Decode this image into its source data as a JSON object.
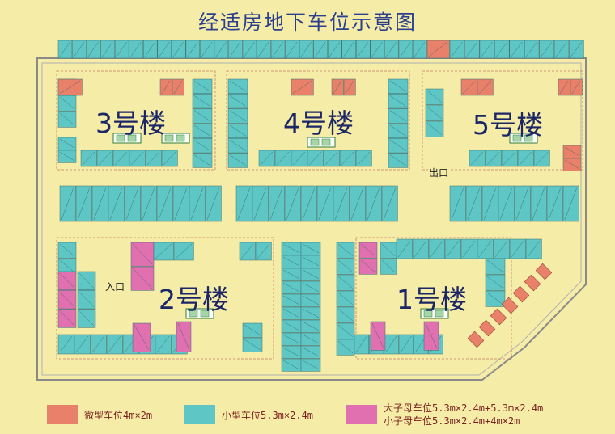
{
  "title": "经适房地下车位示意图",
  "buildings": [
    {
      "label": "1号楼"
    },
    {
      "label": "2号楼"
    },
    {
      "label": "3号楼"
    },
    {
      "label": "4号楼"
    },
    {
      "label": "5号楼"
    }
  ],
  "gates": {
    "entrance": "入口",
    "exit": "出口"
  },
  "colors": {
    "micro": "#e8806a",
    "small": "#5fc6c6",
    "tandem": "#e070b0",
    "background": "#f5eda7",
    "wall": "#8a8a8a"
  },
  "legend": [
    {
      "key": "micro",
      "text": "微型车位4m×2m"
    },
    {
      "key": "small",
      "text": "小型车位5.3m×2.4m"
    },
    {
      "key": "tandem",
      "lines": [
        "大子母车位5.3m×2.4m+5.3m×2.4m",
        "小子母车位5.3m×2.4m+4m×2m"
      ]
    }
  ]
}
